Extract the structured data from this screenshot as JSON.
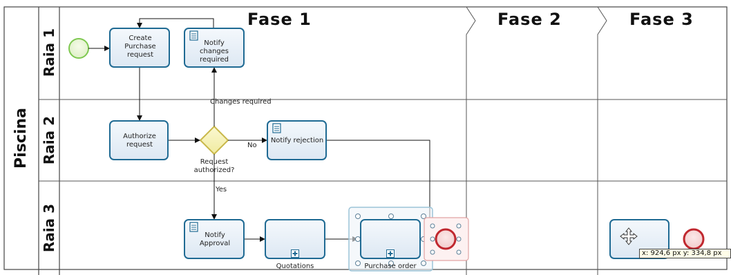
{
  "pool": {
    "label": "Piscina"
  },
  "phases": [
    "Fase 1",
    "Fase 2",
    "Fase 3"
  ],
  "lanes": [
    "Raia 1",
    "Raia 2",
    "Raia 3"
  ],
  "tasks": {
    "create_purchase": "Create Purchase request",
    "notify_changes": "Notify changes required",
    "authorize": "Authorize request",
    "notify_rejection": "Notify rejection",
    "notify_approval": "Notify Approval",
    "quotations": "Quotations",
    "purchase_order": "Purchase order"
  },
  "gateway": {
    "label": "Request authorized?"
  },
  "flows": {
    "changes": "Changes required",
    "no": "No",
    "yes": "Yes"
  },
  "cursor": {
    "coords": "x: 924,6 px  y: 334,8 px"
  },
  "colors": {
    "task_border": "#1f6a93",
    "start_event": "#7ec850",
    "end_event": "#c0282f",
    "gateway": "#f0eba0"
  }
}
